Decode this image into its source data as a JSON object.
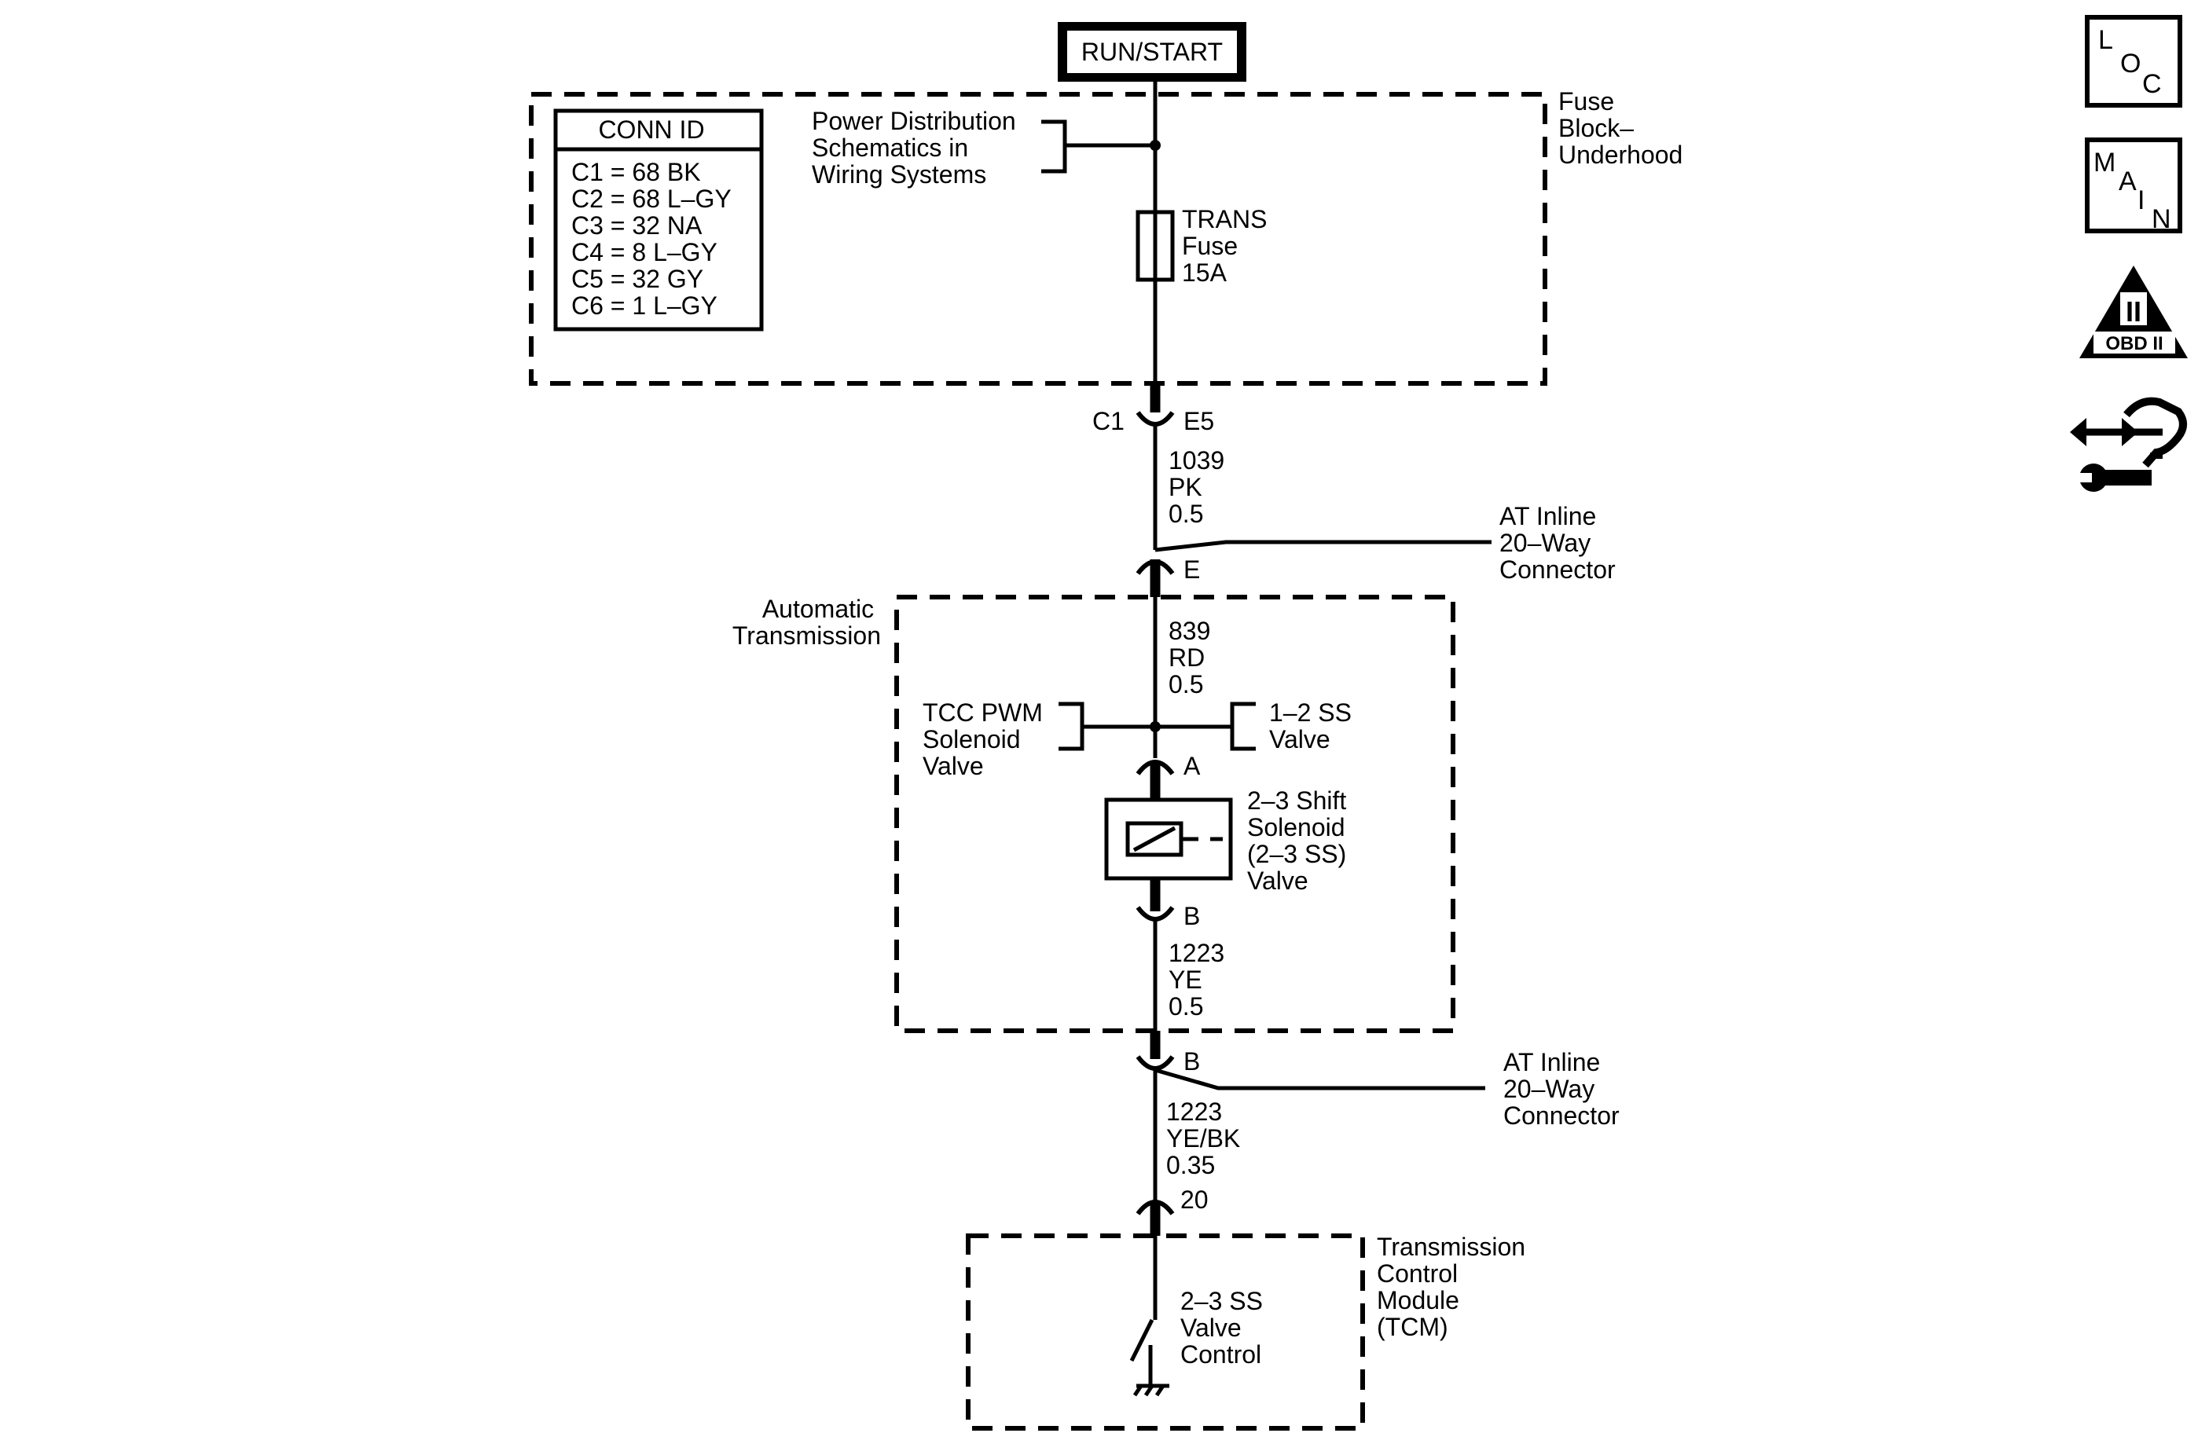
{
  "power_source": "RUN/START",
  "conn_id": {
    "title": "CONN ID",
    "rows": [
      "C1 = 68 BK",
      "C2 = 68 L–GY",
      "C3 = 32 NA",
      "C4 = 8 L–GY",
      "C5 = 32 GY",
      "C6 = 1 L–GY"
    ]
  },
  "power_distribution_ref": [
    "Power Distribution",
    "Schematics in",
    "Wiring Systems"
  ],
  "fuse_block": [
    "Fuse",
    "Block–",
    "Underhood"
  ],
  "fuse": [
    "TRANS",
    "Fuse",
    "15A"
  ],
  "connector_c1": {
    "connector": "C1",
    "pin": "E5"
  },
  "wire_1039": [
    "1039",
    "PK",
    "0.5"
  ],
  "inline_connector_1": [
    "AT Inline",
    "20–Way",
    "Connector"
  ],
  "pin_e": "E",
  "automatic_transmission": [
    "Automatic",
    "Transmission"
  ],
  "wire_839": [
    "839",
    "RD",
    "0.5"
  ],
  "tcc_pwm_ref": [
    "TCC PWM",
    "Solenoid",
    "Valve"
  ],
  "ss12_ref": [
    "1–2 SS",
    "Valve"
  ],
  "pin_a": "A",
  "shift_solenoid": [
    "2–3 Shift",
    "Solenoid",
    "(2–3 SS)",
    "Valve"
  ],
  "pin_b_solenoid": "B",
  "wire_1223_ye": [
    "1223",
    "YE",
    "0.5"
  ],
  "pin_b_inline": "B",
  "inline_connector_2": [
    "AT Inline",
    "20–Way",
    "Connector"
  ],
  "wire_1223_yebk": [
    "1223",
    "YE/BK",
    "0.35"
  ],
  "pin_20": "20",
  "tcm": [
    "Transmission",
    "Control",
    "Module",
    "(TCM)"
  ],
  "ss_valve_control": [
    "2–3 SS",
    "Valve",
    "Control"
  ],
  "nav_icons": {
    "loc": [
      "L",
      "O",
      "C"
    ],
    "main": [
      "M",
      "A",
      "I",
      "N"
    ],
    "obd": [
      "II",
      "OBD II"
    ]
  }
}
